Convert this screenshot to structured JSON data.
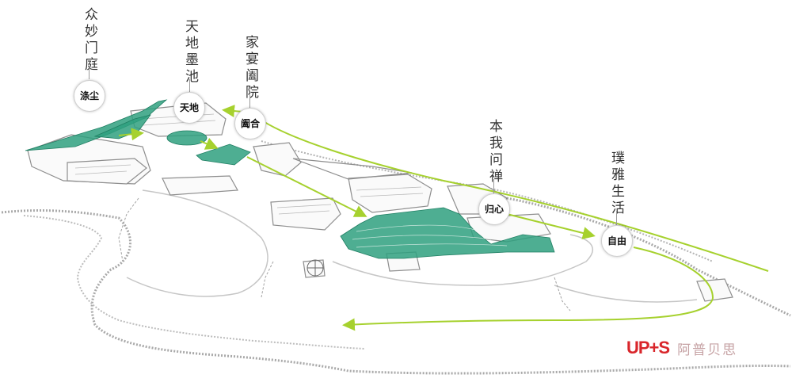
{
  "spots": [
    {
      "column": "众妙门庭",
      "badge": "涤尘"
    },
    {
      "column": "天地墨池",
      "badge": "天地"
    },
    {
      "column": "家宴阖院",
      "badge": "阖合"
    },
    {
      "column": "本我问禅",
      "badge": "归心"
    },
    {
      "column": "璞雅生活",
      "badge": "自由"
    }
  ],
  "logo": {
    "mark": "UP+S",
    "name": "阿普贝思"
  },
  "colors": {
    "highlight": "#2fa07f",
    "route": "#a6d12e",
    "linework": "#9c9c9c"
  }
}
